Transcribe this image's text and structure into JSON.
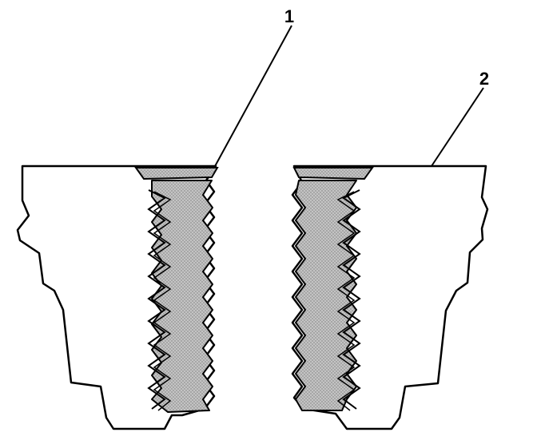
{
  "callouts": [
    {
      "id": "1",
      "label": "1"
    },
    {
      "id": "2",
      "label": "2"
    }
  ],
  "colors": {
    "outline": "#000000",
    "fill_shaded": "#b5b5b5",
    "background": "#ffffff"
  }
}
